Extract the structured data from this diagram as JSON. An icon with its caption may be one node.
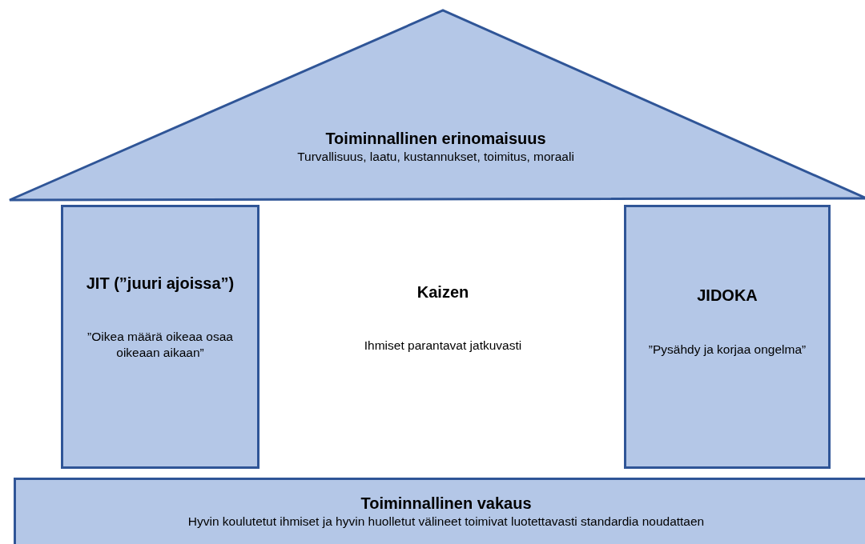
{
  "diagram": {
    "nodes": [
      {
        "text": [
          "Toiminnallinen erinomaisuus",
          "Turvallisuus, laatu, kustannukset, toimitus, moraali"
        ]
      },
      {
        "text": [
          "JIT (”juuri ajoissa”)",
          "”Oikea määrä oikeaa osaa oikeaan aikaan”"
        ]
      },
      {
        "text": [
          "Kaizen",
          "Ihmiset parantavat jatkuvasti"
        ]
      },
      {
        "text": [
          "JIDOKA",
          "”Pysähdy ja korjaa ongelma”"
        ]
      },
      {
        "text": [
          "Toiminnallinen vakaus",
          "Hyvin koulutetut ihmiset ja hyvin huolletut välineet toimivat luotettavasti standardia noudattaen"
        ]
      }
    ]
  }
}
